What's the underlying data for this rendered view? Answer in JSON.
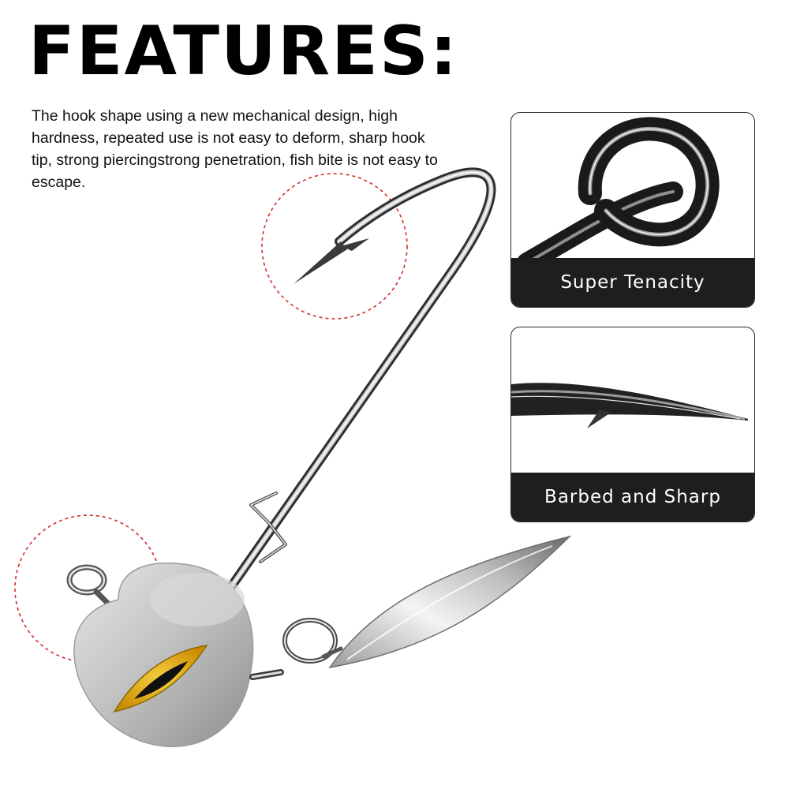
{
  "headline": "FEATURES:",
  "description": "The hook shape using a new mechanical design, high hardness, repeated use is not easy to deform, sharp hook tip, strong piercingstrong penetration, fish bite is not easy to escape.",
  "cards": [
    {
      "label": "Super Tenacity",
      "icon": "hook-eye-closeup"
    },
    {
      "label": "Barbed and Sharp",
      "icon": "hook-barb-closeup"
    }
  ],
  "colors": {
    "highlight_circle": "#d42a2a",
    "card_label_bg": "#1e1e1e",
    "eye_yellow": "#e8b10e"
  }
}
